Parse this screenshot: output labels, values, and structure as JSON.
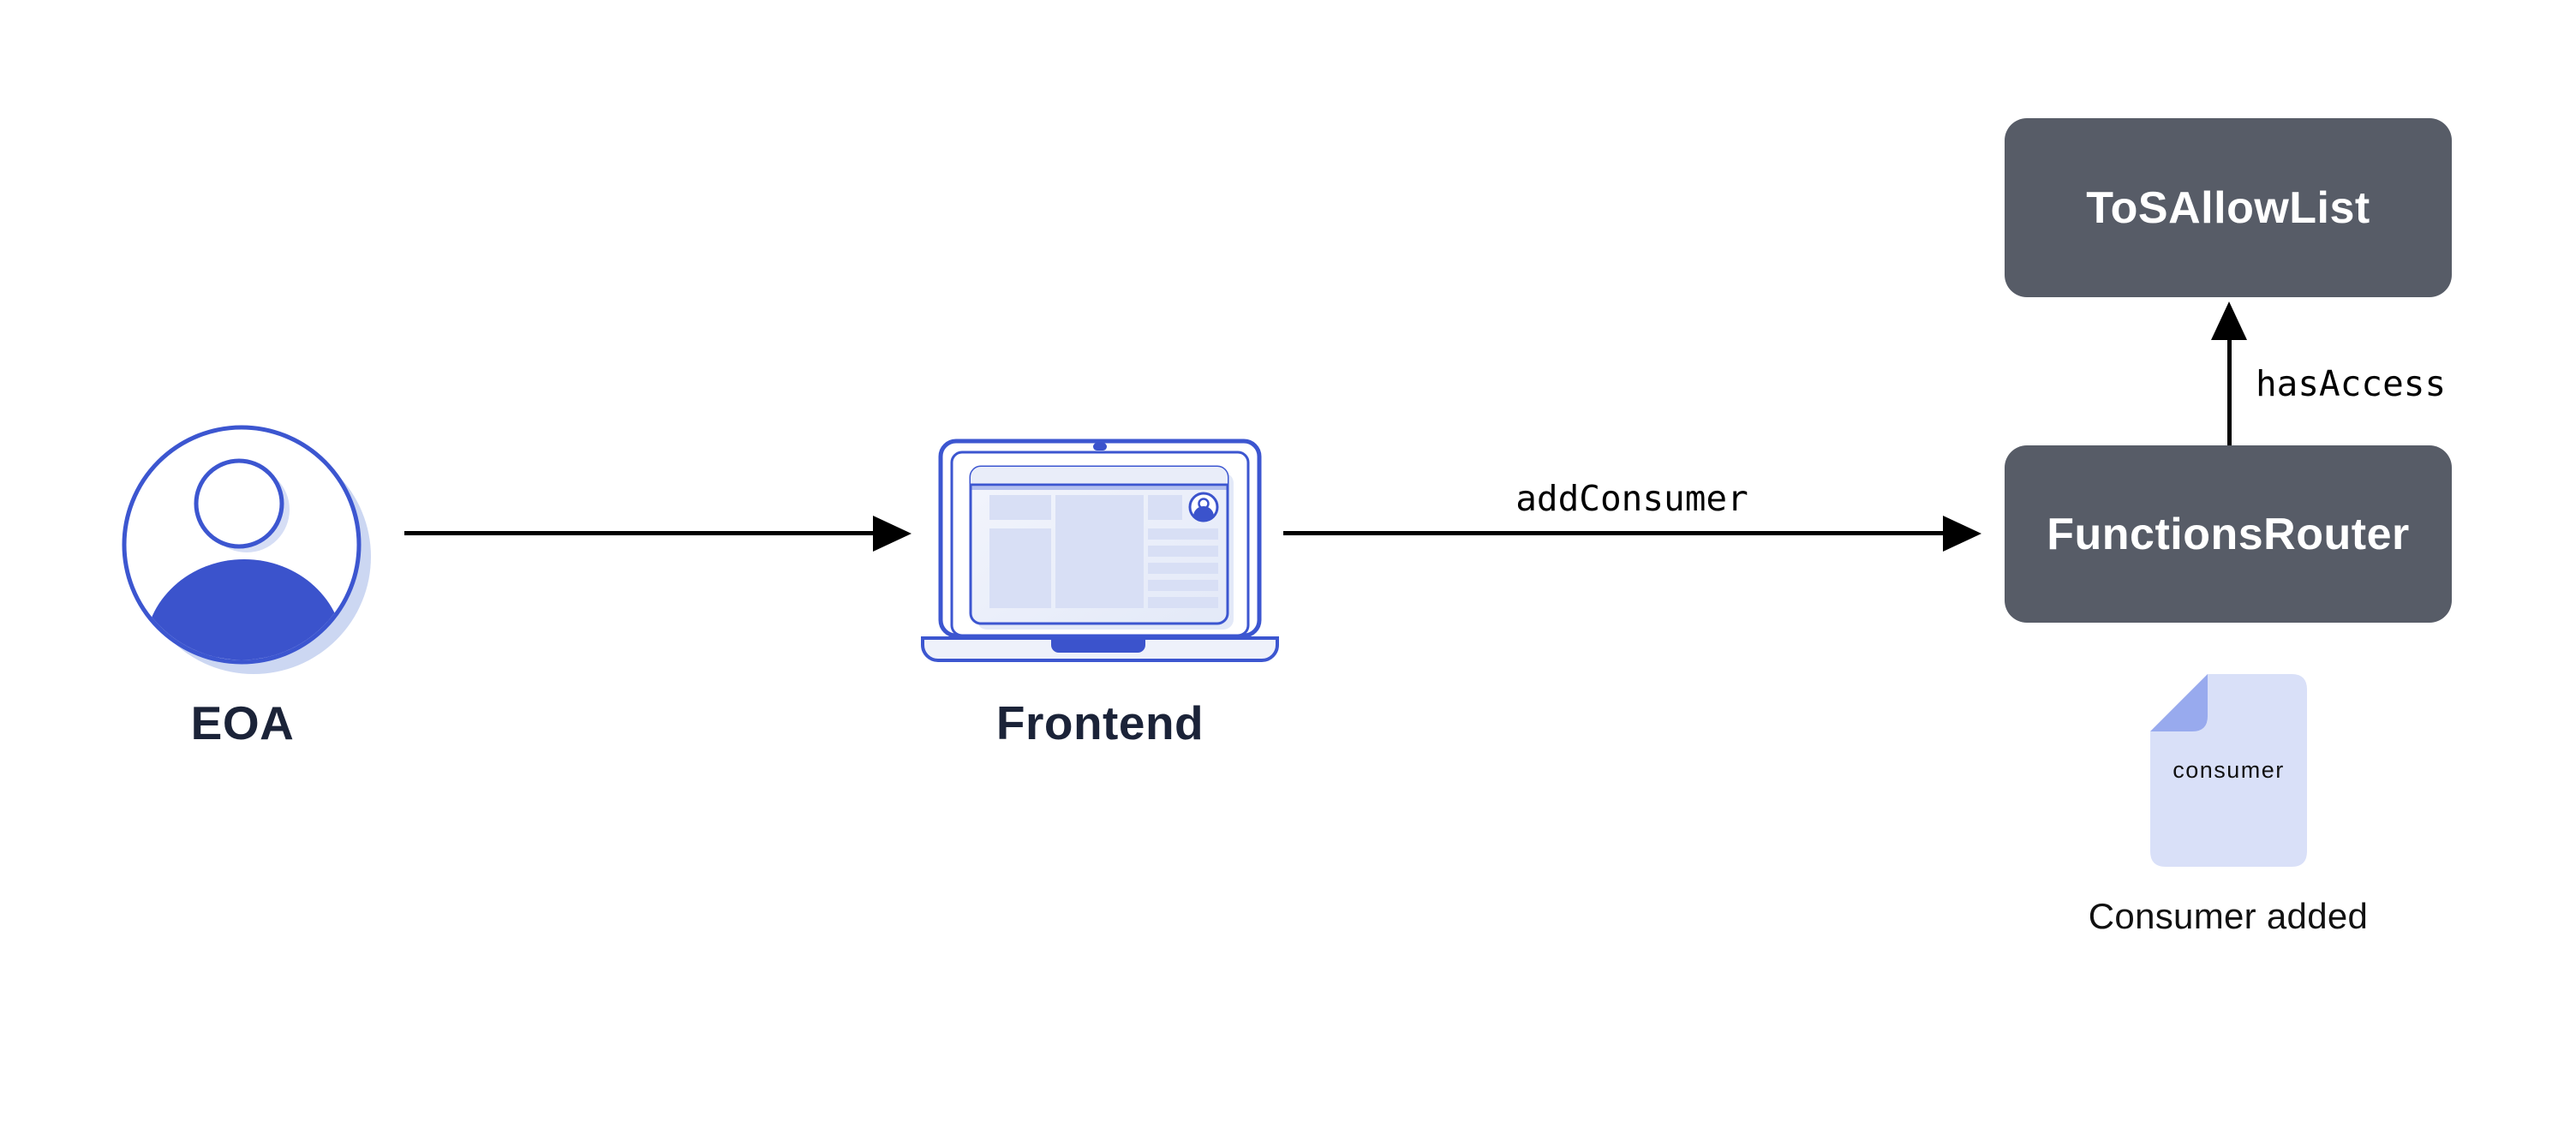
{
  "theme": {
    "accent": "#3c56d0",
    "blue_fill": "#3b53cc",
    "slate": "#575c67",
    "ink": "#1b2338",
    "black": "#111111",
    "arrow": "#000000",
    "white": "#ffffff",
    "doc_fill": "#d9e0f8",
    "doc_fold": "#98aaee",
    "panel_fill": "#d8dff5",
    "panel_soft": "#e9edf9",
    "underline_soft": "#b3c0ef",
    "base_fill": "#eef1fa",
    "shadow_blue": "#ccd7f2",
    "shadow_soft": "#d6def5"
  },
  "nodes": {
    "eoa": {
      "label": "EOA",
      "icon": "user-avatar-icon"
    },
    "frontend": {
      "label": "Frontend",
      "icon": "laptop-icon"
    },
    "tos_allow_list": {
      "label": "ToSAllowList"
    },
    "functions_router": {
      "label": "FunctionsRouter"
    },
    "consumer_doc": {
      "label": "consumer",
      "caption": "Consumer added",
      "icon": "document-icon"
    }
  },
  "edges": {
    "eoa_to_frontend": {
      "label": ""
    },
    "frontend_to_functions_router": {
      "label": "addConsumer"
    },
    "functions_router_to_tos_allow_list": {
      "label": "hasAccess"
    }
  }
}
